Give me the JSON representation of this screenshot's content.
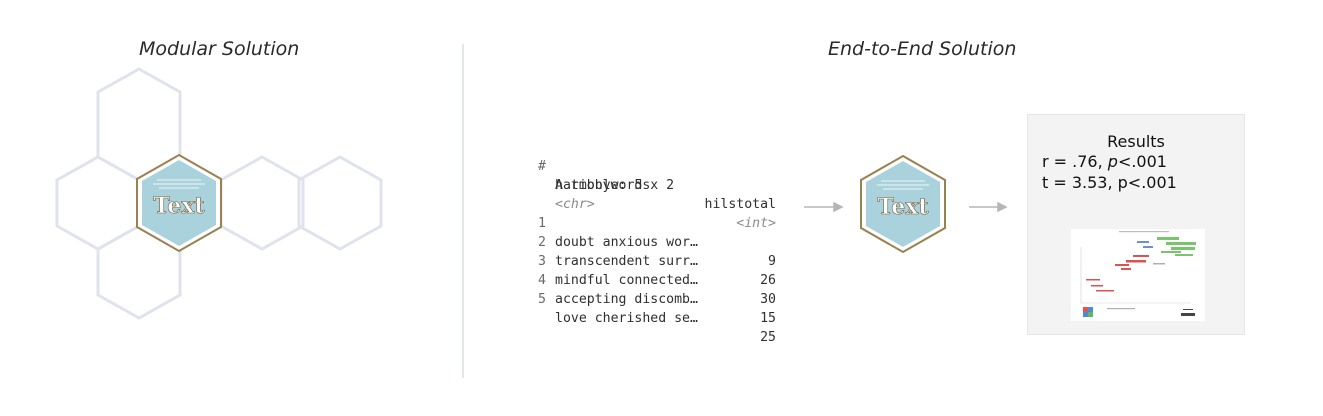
{
  "titles": {
    "left": "Modular Solution",
    "right": "End-to-End Solution"
  },
  "logo": {
    "text": "Text",
    "fill": "#a9d2dc",
    "border": "#9a8150"
  },
  "tibble": {
    "header": "A tibble: 5 x 2",
    "header_marker": "#",
    "columns": [
      "harmonywords",
      "hilstotal"
    ],
    "types": [
      "<chr>",
      "<int>"
    ],
    "rows": [
      {
        "index": "1",
        "words": "doubt anxious wor…",
        "total": "9"
      },
      {
        "index": "2",
        "words": "transcendent surr…",
        "total": "26"
      },
      {
        "index": "3",
        "words": "mindful connected…",
        "total": "30"
      },
      {
        "index": "4",
        "words": "accepting discomb…",
        "total": "15"
      },
      {
        "index": "5",
        "words": "love cherished se…",
        "total": "25"
      }
    ]
  },
  "results": {
    "title": "Results",
    "line1_prefix": "r = .76, ",
    "line1_p": "p",
    "line1_suffix": "<.001",
    "line2": "t = 3.53, p<.001"
  },
  "colors": {
    "hexagon_outline": "#dfe3ec",
    "arrow": "#b5b5b5"
  }
}
